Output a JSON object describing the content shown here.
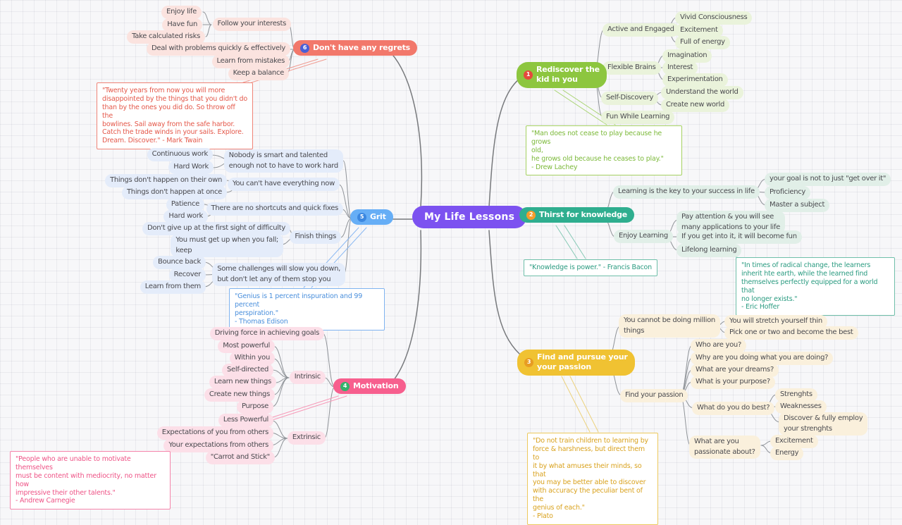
{
  "center": {
    "label": "My Life Lessons"
  },
  "branch_colors": {
    "center": "#7c52f0",
    "regrets": "#f2786b",
    "grit": "#66aef6",
    "motivation": "#f75f8e",
    "rediscover": "#8dc63f",
    "thirst": "#2fae8f",
    "find": "#f0c232"
  },
  "regrets": {
    "label": "Don't have any regrets",
    "badge": "6",
    "follow": "Follow your interests",
    "enjoy_life": "Enjoy life",
    "have_fun": "Have fun",
    "calculated_risks": "Take calculated risks",
    "deal": "Deal with problems quickly & effectively",
    "mistakes": "Learn from mistakes",
    "balance": "Keep a balance",
    "quote": "\"Twenty years from now you will more\ndisappointed by the things that you didn't do\nthan by the ones you did do. So throw off the\nbowlines. Sail away from the safe harbor.\nCatch the trade winds in your sails. Explore.\nDream. Discover.\" - Mark Twain"
  },
  "grit": {
    "label": "Grit",
    "badge": "5",
    "nobody": "Nobody is smart and talented\nenough not to have to work hard",
    "continuous": "Continuous work",
    "hard_work1": "Hard Work",
    "everything": "You can't have everything now",
    "own": "Things don't happen on their own",
    "once": "Things don't happen at once",
    "shortcuts": "There are no shortcuts and quick fixes",
    "patience": "Patience",
    "hard_work2": "Hard work",
    "dont_give_up": "Don't give up at the first sight of difficulty",
    "finish": "Finish things",
    "get_up": "You must get up when you fall;\nkeep",
    "challenges": "Some challenges will slow you down,\nbut don't let any of them stop you",
    "bounce": "Bounce back",
    "recover": "Recover",
    "learn": "Learn from them",
    "quote": "\"Genius is 1 percent inspuration and 99 percent\nperspiration.\"\n- Thomas Edison"
  },
  "motivation": {
    "label": "Motivation",
    "badge": "4",
    "driving": "Driving force in achieving goals",
    "intrinsic": "Intrinsic",
    "most_powerful": "Most powerful",
    "within_you": "Within you",
    "self_directed": "Self-directed",
    "learn_new": "Learn new things",
    "create_new": "Create new things",
    "purpose": "Purpose",
    "extrinsic": "Extrinsic",
    "less_powerful": "Less Powerful",
    "expectations_others": "Expectations of you from others",
    "your_expectations": "Your expectations from others",
    "carrot_stick": "\"Carrot and Stick\"",
    "quote": "\"People who are unable to motivate themselves\nmust be content with mediocrity, no matter how\nimpressive their other talents.\"\n- Andrew Carnegie"
  },
  "rediscover": {
    "label": "Rediscover the\nkid in you",
    "badge": "1",
    "active": "Active and Engaged",
    "vivid": "Vivid Consciousness",
    "excitement": "Excitement",
    "full_energy": "Full of energy",
    "flexible": "Flexible Brains",
    "imagination": "Imagination",
    "interest": "Interest",
    "experimentation": "Experimentation",
    "self_discovery": "Self-Discovery",
    "understand": "Understand the world",
    "create_world": "Create new world",
    "fun_learning": "Fun While Learning",
    "quote": "\"Man does not cease to play because he grows\nold,\nhe grows old because he ceases to play.\"\n- Drew Lachey"
  },
  "thirst": {
    "label": "Thirst for knowledge",
    "badge": "2",
    "learning_key": "Learning is the key to your success in life",
    "goal": "your goal is not to just \"get over it\"",
    "proficiency": "Proficiency",
    "master": "Master a subject",
    "enjoy_learning": "Enjoy Learning",
    "pay_attention": "Pay attention & you will see\nmany applications to your life",
    "get_into": "If you get into it, it will become fun",
    "lifelong": "Lifelong learning",
    "quote_bacon": "\"Knowledge is power.\" - Francis Bacon",
    "quote_hoffer": "\"In times of radical change, the learners\ninherit hte earth, while the learned find\nthemselves perfectly equipped for a world that\nno longer exists.\"\n- Eric Hoffer"
  },
  "find": {
    "label": "Find and pursue your\nyour passion",
    "badge": "3",
    "cannot_million": "You cannot be doing million\nthings",
    "stretch_thin": "You will stretch yourself thin",
    "pick_one": "Pick one or two and become the best",
    "find_passion": "Find your passion",
    "who": "Who are you?",
    "why_doing": "Why are you doing what you are doing?",
    "dreams": "What are your dreams?",
    "purpose_q": "What is your purpose?",
    "best": "What do you do best?",
    "strengths": "Strenghts",
    "weaknesses": "Weaknesses",
    "discover_employ": "Discover & fully employ\nyour strenghts",
    "passionate": "What are you\npassionate about?",
    "excitement": "Excitement",
    "energy": "Energy",
    "quote": "\"Do not train children to learning by\nforce & harshness, but direct them to\nit by what amuses their minds, so that\nyou may be better able to discover\nwith accuracy the peculiar bent of the\ngenius of each.\"\n- Plato"
  }
}
